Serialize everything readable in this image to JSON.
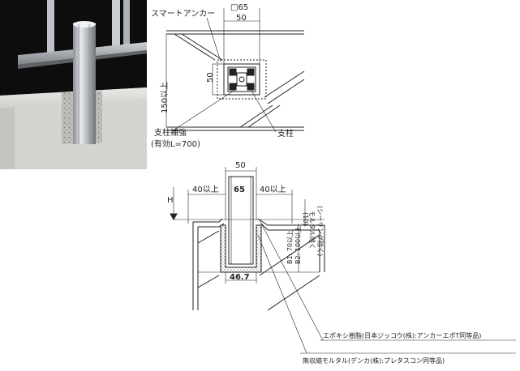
{
  "photo": {
    "description_icon": "post-in-concrete-photo"
  },
  "plan": {
    "anchor_label": "スマートアンカー",
    "square_label": "□65",
    "width_label": "50",
    "height_label": "50",
    "depth_label": "150以上",
    "reinforce_label_1": "支柱補強",
    "reinforce_label_2": "(有効L=700)",
    "post_label": "支柱"
  },
  "section": {
    "top_dim": "50",
    "post_dim": "65",
    "left_clear": "40以上",
    "right_clear": "40以上",
    "h_label": "H",
    "gap_label": "(10)",
    "mortar_label": "モルタル除く",
    "sealing_label": "(シーリング除く)",
    "b1_label": "B1: 70以上",
    "b2_label": "B2: 100以上",
    "base_dim": "46.7",
    "note_epoxy": "エポキシ樹脂(日本ジッコウ(株):アンカーエポT同等品)",
    "note_mortar": "無収縮モルタル(デンカ(株):プレタスコン同等品)"
  },
  "colors": {
    "line": "#222222",
    "photo_bg": "#111111",
    "concrete": "#d9d9d9",
    "hatch": "#888888"
  }
}
